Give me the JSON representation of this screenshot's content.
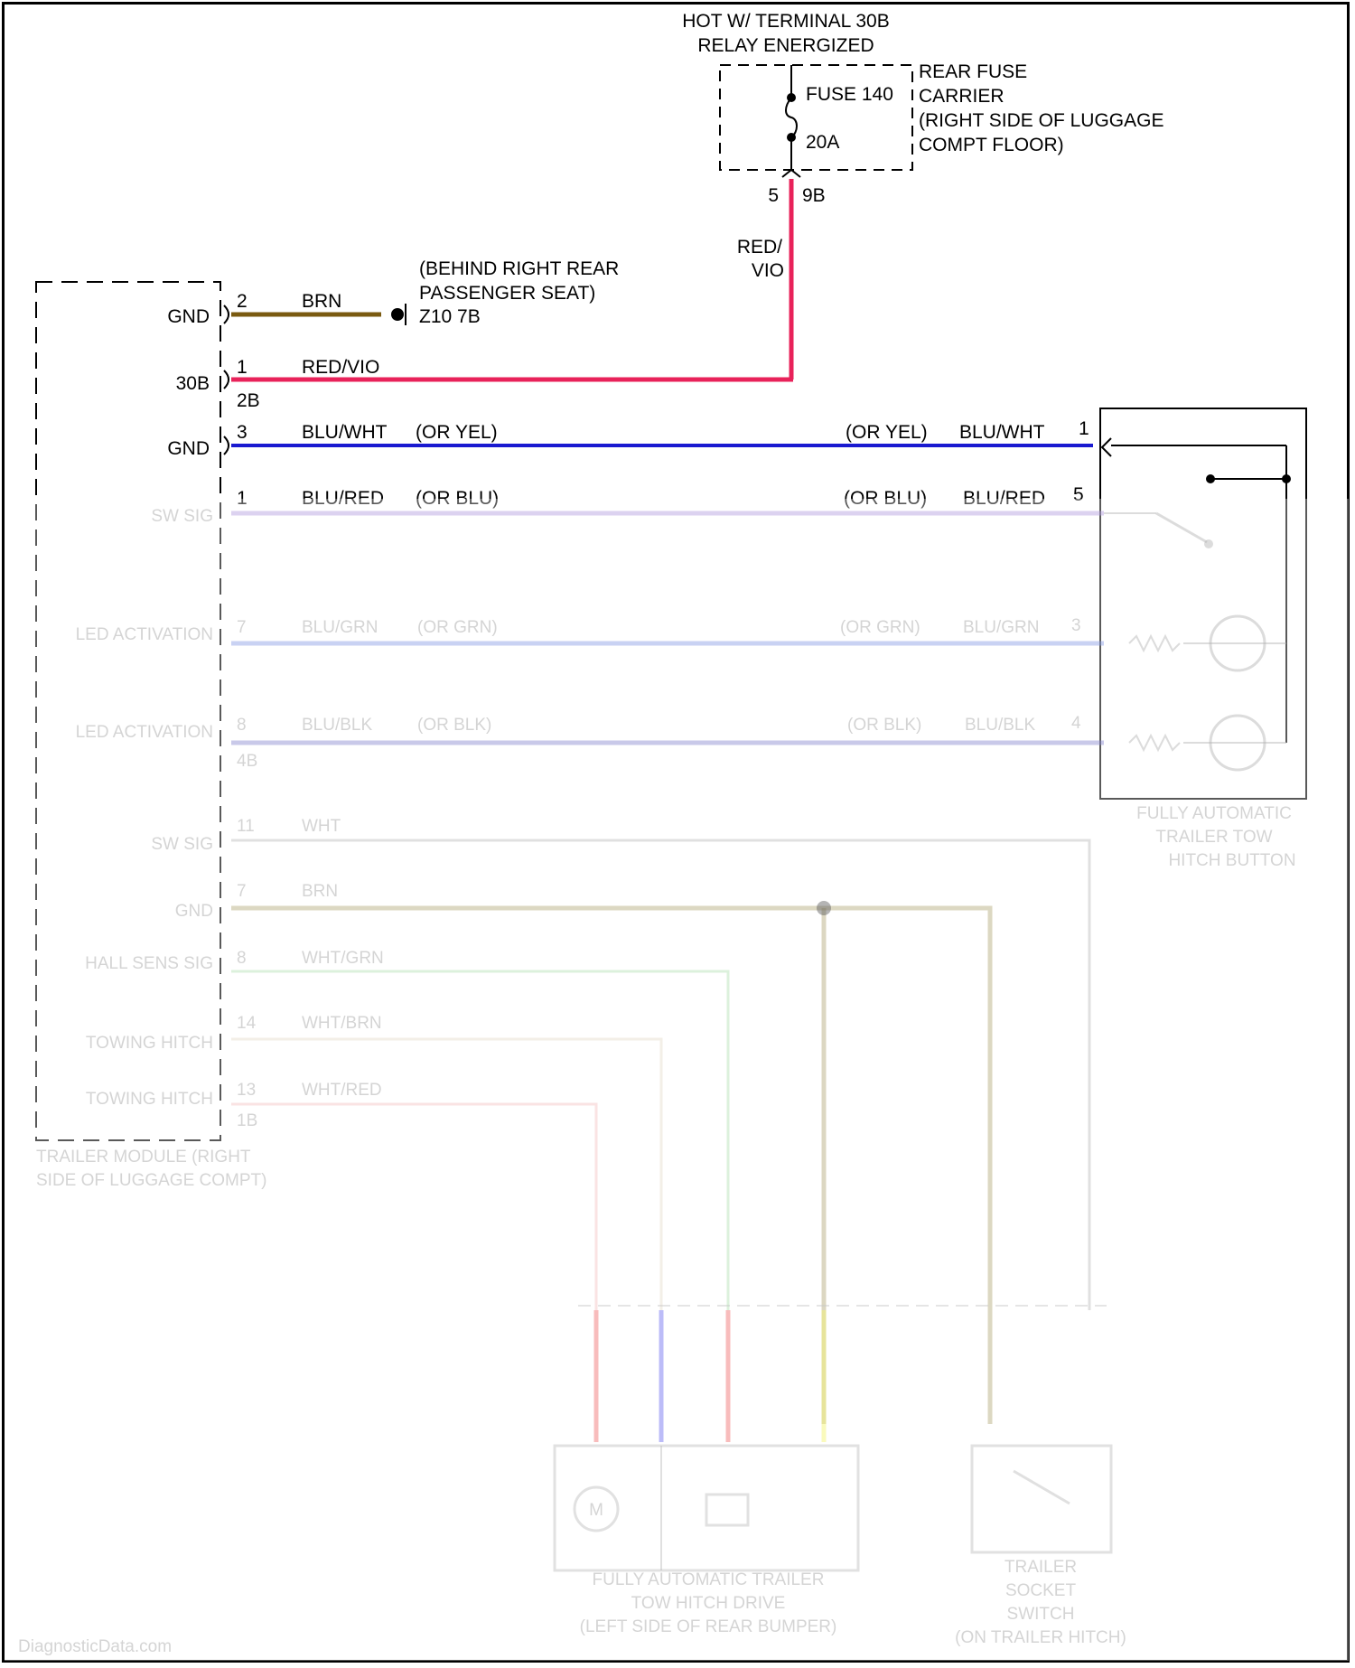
{
  "power": {
    "line1": "HOT W/ TERMINAL 30B",
    "line2": "RELAY ENERGIZED"
  },
  "fuse": {
    "name": "FUSE 140",
    "rating": "20A",
    "carrier": [
      "REAR FUSE",
      "CARRIER",
      "(RIGHT SIDE OF LUGGAGE",
      "COMPT FLOOR)"
    ],
    "pin_left": "5",
    "pin_right": "9B"
  },
  "wire_red_vio_vertical": [
    "RED/",
    "VIO"
  ],
  "ground_location": [
    "(BEHIND RIGHT REAR",
    "PASSENGER SEAT)"
  ],
  "ground_ref": "Z10 7B",
  "module_rows": [
    {
      "label": "GND",
      "pin": "2",
      "wire": "BRN",
      "alt": ""
    },
    {
      "label": "30B",
      "pin": "1",
      "sub": "2B",
      "wire": "RED/VIO",
      "alt": ""
    },
    {
      "label": "GND",
      "pin": "3",
      "wire": "BLU/WHT",
      "alt": "(OR YEL)",
      "far_alt": "(OR YEL)",
      "far_wire": "BLU/WHT",
      "far_pin": "1"
    },
    {
      "label": "SW SIG",
      "pin": "1",
      "wire": "BLU/RED",
      "alt": "(OR BLU)",
      "far_alt": "(OR BLU)",
      "far_wire": "BLU/RED",
      "far_pin": "5"
    },
    {
      "label": "LED ACTIVATION",
      "pin": "7",
      "wire": "BLU/GRN",
      "alt": "(OR GRN)",
      "far_alt": "(OR GRN)",
      "far_wire": "BLU/GRN",
      "far_pin": "3"
    },
    {
      "label": "LED ACTIVATION",
      "pin": "8",
      "sub": "4B",
      "wire": "BLU/BLK",
      "alt": "(OR BLK)",
      "far_alt": "(OR BLK)",
      "far_wire": "BLU/BLK",
      "far_pin": "4"
    },
    {
      "label": "SW SIG",
      "pin": "11",
      "wire": "WHT",
      "alt": ""
    },
    {
      "label": "GND",
      "pin": "7",
      "wire": "BRN",
      "alt": ""
    },
    {
      "label": "HALL SENS SIG",
      "pin": "8",
      "wire": "WHT/GRN",
      "alt": ""
    },
    {
      "label": "TOWING HITCH",
      "pin": "14",
      "wire": "WHT/BRN",
      "alt": ""
    },
    {
      "label": "TOWING HITCH",
      "pin": "13",
      "sub": "1B",
      "wire": "WHT/RED",
      "alt": ""
    }
  ],
  "module_name": [
    "TRAILER MODULE (RIGHT",
    "SIDE OF LUGGAGE COMPT)"
  ],
  "button_name": [
    "FULLY AUTOMATIC",
    "TRAILER TOW",
    "HITCH BUTTON"
  ],
  "drive_name": [
    "FULLY AUTOMATIC TRAILER",
    "TOW HITCH DRIVE",
    "(LEFT SIDE OF REAR BUMPER)"
  ],
  "socket_name": [
    "TRAILER",
    "SOCKET",
    "SWITCH",
    "(ON TRAILER HITCH)"
  ],
  "motor_symbol": "M",
  "watermark": "DiagnosticData.com",
  "colors": {
    "brn": "#7a5a10",
    "red_vio": "#e8225a",
    "blu_wht": "#1a1ad0",
    "blu_red": "#8a6ad0",
    "blu_grn": "#4a6ad8",
    "blu_blk": "#4a4ab8",
    "wht": "#d8d8d8",
    "gnd_brn": "#8a7a30",
    "wht_grn": "#8ad08a",
    "wht_brn": "#d8c8b0",
    "wht_red": "#f0a0a0",
    "red": "#e82020",
    "blu": "#2020e8",
    "yel": "#f0f020"
  }
}
